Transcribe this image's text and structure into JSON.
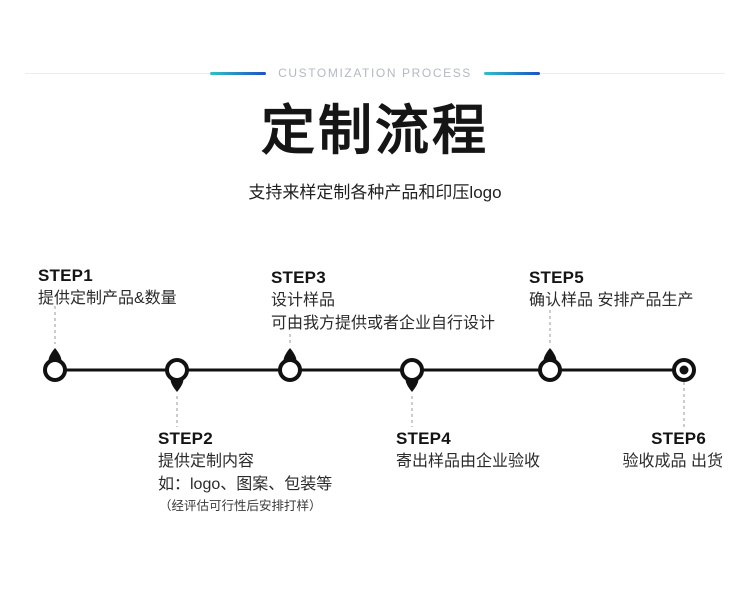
{
  "header": {
    "eyebrow": "CUSTOMIZATION PROCESS"
  },
  "title": "定制流程",
  "subtitle": "支持来样定制各种产品和印压logo",
  "steps": [
    {
      "id": "STEP1",
      "position": "above",
      "lines": [
        "提供定制产品&数量"
      ]
    },
    {
      "id": "STEP2",
      "position": "below",
      "lines": [
        "提供定制内容",
        "如：logo、图案、包装等",
        "（经评估可行性后安排打样）"
      ]
    },
    {
      "id": "STEP3",
      "position": "above",
      "lines": [
        "设计样品",
        "可由我方提供或者企业自行设计"
      ]
    },
    {
      "id": "STEP4",
      "position": "below",
      "lines": [
        "寄出样品由企业验收"
      ]
    },
    {
      "id": "STEP5",
      "position": "above",
      "lines": [
        "确认样品 安排产品生产"
      ]
    },
    {
      "id": "STEP6",
      "position": "below",
      "lines": [
        "验收成品 出货"
      ]
    }
  ],
  "colors": {
    "accent_teal": "#2fc1c5",
    "accent_blue": "#1e50c8",
    "eyebrow_text": "#b3b9c3",
    "rule_gray": "#ededee",
    "text_dark": "#151515",
    "diagram_black": "#111111",
    "dash_gray": "#9a9a9a"
  }
}
